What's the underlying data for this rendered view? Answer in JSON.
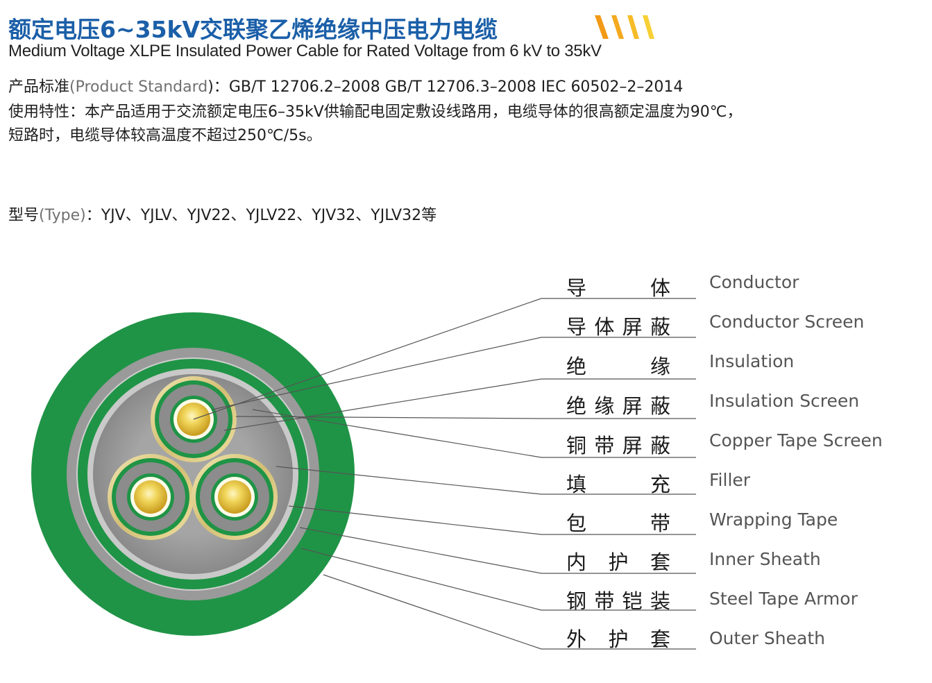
{
  "header": {
    "title_cn": "额定电压6~35kV交联聚乙烯绝缘中压电力电缆",
    "title_en": "Medium Voltage XLPE Insulated Power Cable for Rated Voltage from 6 kV to 35kV"
  },
  "standard": {
    "label": "产品标准",
    "label_en": "(Product Standard",
    "sep": ")：",
    "value": "GB/T 12706.2–2008  GB/T 12706.3–2008  IEC 60502–2–2014"
  },
  "characteristics": {
    "line1": "使用特性：本产品适用于交流额定电压6–35kV供输配电固定敷设线路用，电缆导体的很高额定温度为90℃，",
    "line2": "短路时，电缆导体较高温度不超过250℃/5s。"
  },
  "type": {
    "label": "型号",
    "label_en": "(Type)",
    "value": "：YJV、YJLV、YJV22、YJLV22、YJV32、YJLV32等"
  },
  "layers": [
    {
      "cn": [
        "导",
        "体"
      ],
      "en": "Conductor"
    },
    {
      "cn": [
        "导",
        "体",
        "屏",
        "蔽"
      ],
      "en": "Conductor Screen"
    },
    {
      "cn": [
        "绝",
        "缘"
      ],
      "en": "Insulation"
    },
    {
      "cn": [
        "绝",
        "缘",
        "屏",
        "蔽"
      ],
      "en": "Insulation Screen"
    },
    {
      "cn": [
        "铜",
        "带",
        "屏",
        "蔽"
      ],
      "en": "Copper Tape Screen"
    },
    {
      "cn": [
        "填",
        "充"
      ],
      "en": "Filler"
    },
    {
      "cn": [
        "包",
        "带"
      ],
      "en": "Wrapping Tape"
    },
    {
      "cn": [
        "内",
        "护",
        "套"
      ],
      "en": "Inner Sheath"
    },
    {
      "cn": [
        "钢",
        "带",
        "铠",
        "装"
      ],
      "en": "Steel Tape Armor"
    },
    {
      "cn": [
        "外",
        "护",
        "套"
      ],
      "en": "Outer Sheath"
    }
  ],
  "colors": {
    "title": "#1b5fa8",
    "outer_sheath": "#1f9446",
    "armor": "#9a9a9a",
    "inner_sheath": "#1f9446",
    "wrapping": "#b8b8b8",
    "filler": "#9c9c9c",
    "copper_tape": "#d9c98a",
    "insulation": "#8c8c8c",
    "screen": "#1f9446",
    "conductor": "#e8cf4a"
  }
}
